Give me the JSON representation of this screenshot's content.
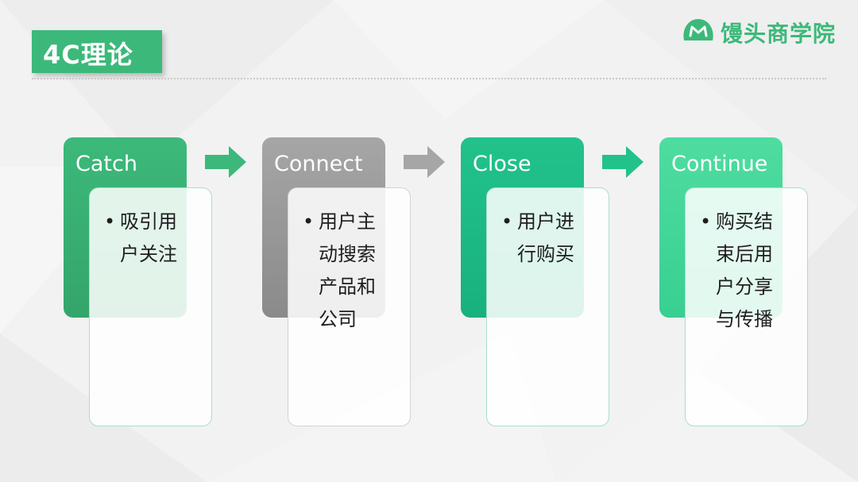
{
  "title": "4C理论",
  "logo": {
    "icon": "mantou-logo-icon",
    "text": "馒头商学院"
  },
  "stages": [
    {
      "title": "Catch",
      "bullet": "吸引用户关注",
      "color": "#3cb97a",
      "color2": "#34a56b"
    },
    {
      "title": "Connect",
      "bullet": "用户主动搜索产品和公司",
      "color": "#a6a6a6",
      "color2": "#8a8a8a"
    },
    {
      "title": "Close",
      "bullet": "用户进行购买",
      "color": "#22c28b",
      "color2": "#18b17e"
    },
    {
      "title": "Continue",
      "bullet": "购买结束后用户分享与传播",
      "color": "#4fdca0",
      "color2": "#38d092"
    }
  ],
  "arrows": [
    {
      "icon": "arrow-right-icon",
      "color": "#3cb97a"
    },
    {
      "icon": "arrow-right-icon",
      "color": "#a6a6a6"
    },
    {
      "icon": "arrow-right-icon",
      "color": "#22c28b"
    }
  ]
}
